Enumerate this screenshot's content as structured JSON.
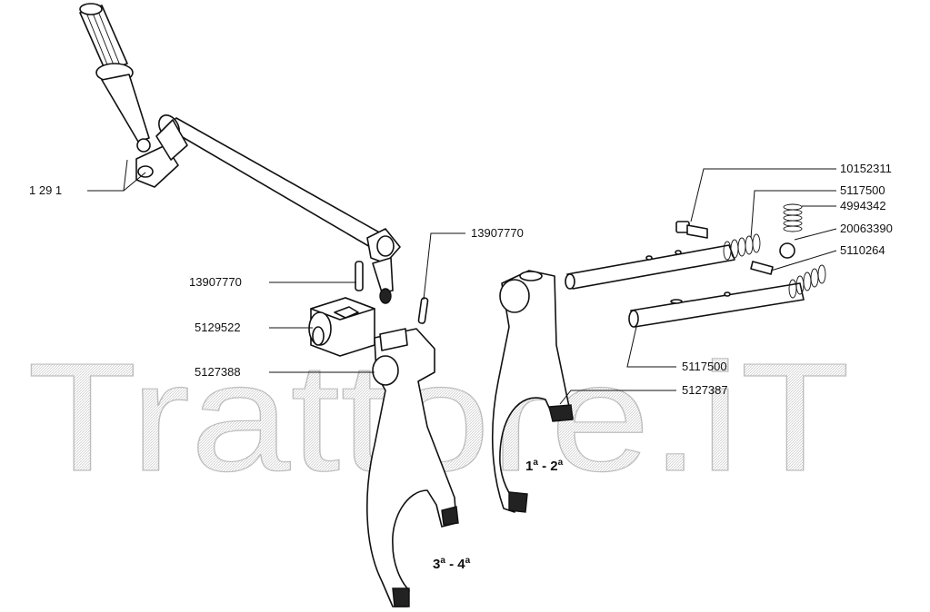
{
  "watermark": "Trattore.iT",
  "labels": {
    "p1291": "1 29 1",
    "p13907770_left": "13907770",
    "p5129522": "5129522",
    "p5127388": "5127388",
    "p13907770_right": "13907770",
    "p10152311": "10152311",
    "p5117500_top": "5117500",
    "p4994342": "4994342",
    "p20063390": "20063390",
    "p5110264": "5110264",
    "p5117500_bottom": "5117500",
    "p5127387": "5127387"
  },
  "gears": {
    "first_second": {
      "a": "1",
      "a_sup": "a",
      "sep": " - ",
      "b": "2",
      "b_sup": "a"
    },
    "third_fourth": {
      "a": "3",
      "a_sup": "a",
      "sep": " - ",
      "b": "4",
      "b_sup": "a"
    }
  }
}
